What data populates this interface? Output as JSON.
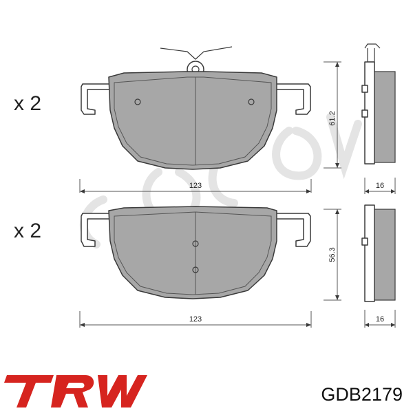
{
  "top_view": {
    "quantity": "x 2",
    "width_dim": "123",
    "height_dim": "61.2",
    "thickness_dim": "16"
  },
  "bottom_view": {
    "quantity": "x 2",
    "width_dim": "123",
    "height_dim": "56.3",
    "thickness_dim": "16"
  },
  "brand": {
    "logo": "TRW",
    "logo_color": "#d6241f",
    "part_number": "GDB2179"
  }
}
